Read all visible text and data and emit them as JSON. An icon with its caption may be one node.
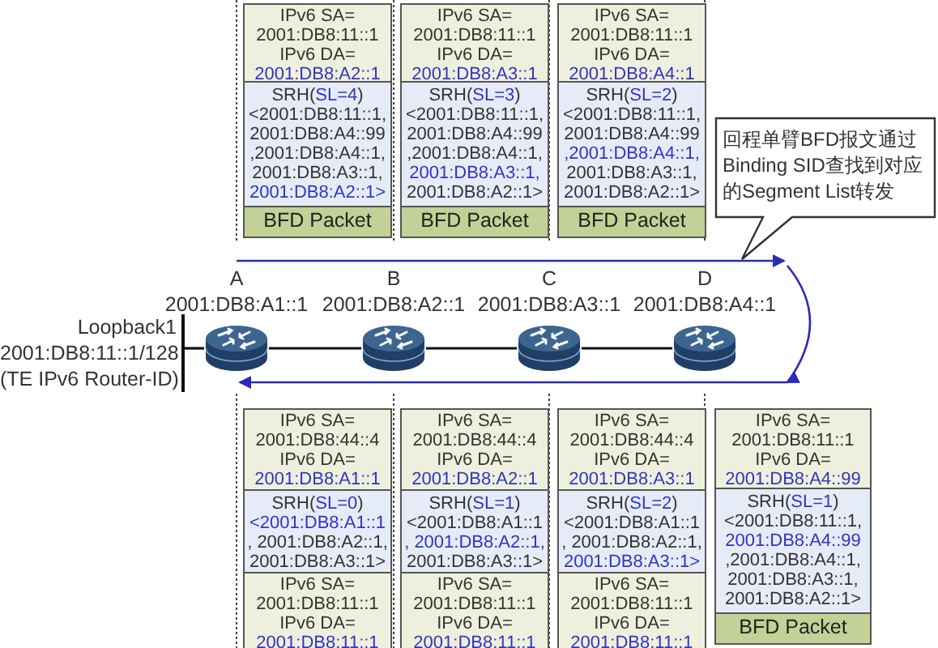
{
  "diagram": {
    "nodes": [
      {
        "text": [
          "IPv6 SA= 2001:DB8:11::1",
          "IPv6 DA=",
          "2001:DB8:A2::1"
        ]
      },
      {
        "text": [
          "SRH(",
          "SL=4",
          ")",
          "<2001:DB8:11::1,",
          "2001:DB8:A4::99",
          ",2001:DB8:A4::1,",
          "2001:DB8:A3::1,",
          "2001:DB8:A2::1>"
        ]
      },
      {
        "text": [
          "BFD Packet"
        ]
      },
      {
        "text": [
          "IPv6 SA= 2001:DB8:11::1",
          "IPv6 DA=",
          "2001:DB8:A3::1"
        ]
      },
      {
        "text": [
          "SRH(",
          "SL=3",
          ")",
          "<2001:DB8:11::1,",
          "2001:DB8:A4::99",
          ",2001:DB8:A4::1,",
          "2001:DB8:A3::1,",
          "2001:DB8:A2::1>"
        ]
      },
      {
        "text": [
          "BFD Packet"
        ]
      },
      {
        "text": [
          "IPv6 SA= 2001:DB8:11::1",
          "IPv6 DA=",
          "2001:DB8:A4::1"
        ]
      },
      {
        "text": [
          "SRH(",
          "SL=2",
          ")",
          "<2001:DB8:11::1,",
          "2001:DB8:A4::99",
          ",2001:DB8:A4::1,",
          "2001:DB8:A3::1,",
          "2001:DB8:A2::1>"
        ]
      },
      {
        "text": [
          "BFD Packet"
        ]
      },
      {
        "text": [
          "回程单臂BFD报文通过Binding SID查找到对应的Segment List转发"
        ]
      },
      {
        "text": [],
        "shape": "router",
        "beside": [
          "A",
          "2001:DB8:A1::1"
        ]
      },
      {
        "text": [],
        "shape": "router",
        "beside": [
          "B",
          "2001:DB8:A2::1"
        ]
      },
      {
        "text": [],
        "shape": "router",
        "beside": [
          "C",
          "2001:DB8:A3::1"
        ]
      },
      {
        "text": [],
        "shape": "router",
        "beside": [
          "D",
          "2001:DB8:A4::1"
        ]
      },
      {
        "text": [
          "Loopback1",
          "2001:DB8:11::1/128",
          "(TE IPv6 Router-ID)"
        ]
      },
      {
        "text": [
          "IPv6 SA= 2001:DB8:44::4",
          "IPv6 DA=",
          "2001:DB8:A1::1"
        ]
      },
      {
        "text": [
          "SRH(",
          "SL=0",
          ")",
          "<2001:DB8:A1::1",
          ", 2001:DB8:A2::1,",
          "2001:DB8:A3::1>"
        ]
      },
      {
        "text": [
          "IPv6 SA= 2001:DB8:11::1",
          "IPv6 DA=",
          "2001:DB8:11::1"
        ]
      },
      {
        "text": [
          "IPv6 SA= 2001:DB8:44::4",
          "IPv6 DA=",
          "2001:DB8:A2::1"
        ]
      },
      {
        "text": [
          "SRH(",
          "SL=1",
          ")",
          "<2001:DB8:A1::1",
          ", 2001:DB8:A2::1,",
          "2001:DB8:A3::1>"
        ]
      },
      {
        "text": [
          "IPv6 SA= 2001:DB8:11::1",
          "IPv6 DA=",
          "2001:DB8:11::1"
        ]
      },
      {
        "text": [
          "IPv6 SA= 2001:DB8:44::4",
          "IPv6 DA=",
          "2001:DB8:A3::1"
        ]
      },
      {
        "text": [
          "SRH(",
          "SL=2",
          ")",
          "<2001:DB8:A1::1",
          ", 2001:DB8:A2::1,",
          "2001:DB8:A3::1>"
        ]
      },
      {
        "text": [
          "IPv6 SA= 2001:DB8:11::1",
          "IPv6 DA=",
          "2001:DB8:11::1"
        ]
      },
      {
        "text": [
          "IPv6 SA= 2001:DB8:11::1",
          "IPv6 DA=",
          "2001:DB8:A4::99"
        ]
      },
      {
        "text": [
          "SRH(",
          "SL=1",
          ")",
          "<2001:DB8:11::1,",
          "2001:DB8:A4::99",
          ",2001:DB8:A4::1,",
          "2001:DB8:A3::1,",
          "2001:DB8:A2::1>"
        ]
      },
      {
        "text": [
          "BFD Packet"
        ]
      }
    ],
    "edges": [
      {
        "from": 10,
        "to": 11,
        "arrow": "none"
      },
      {
        "from": 11,
        "to": 12,
        "arrow": "none"
      },
      {
        "from": 12,
        "to": 13,
        "arrow": "none"
      },
      {
        "from": 14,
        "to": 10,
        "arrow": "none"
      },
      {
        "from": 10,
        "to": 13,
        "arrow": "to",
        "color": "#2b2bb8"
      },
      {
        "from": 13,
        "to": 10,
        "arrow": "to",
        "color": "#2b2bb8"
      }
    ]
  }
}
